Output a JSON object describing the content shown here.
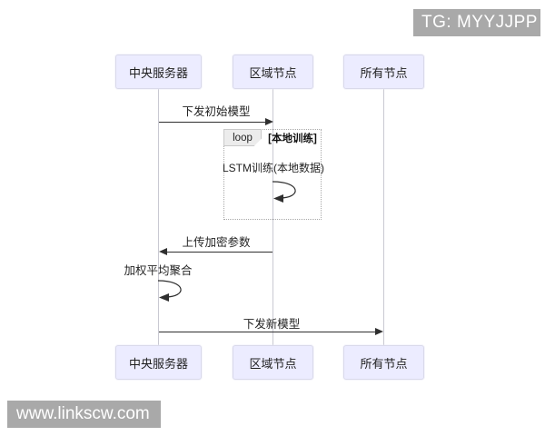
{
  "watermarks": {
    "telegram": "TG: MYYJJPP",
    "website": "www.linkscw.com"
  },
  "diagram": {
    "type": "sequence-diagram",
    "participants": [
      {
        "label": "中央服务器"
      },
      {
        "label": "区域节点"
      },
      {
        "label": "所有节点"
      }
    ],
    "messages": [
      {
        "text": "下发初始模型",
        "from": "中央服务器",
        "to": "区域节点",
        "style": "solid-arrow"
      },
      {
        "text": "LSTM训练(本地数据)",
        "from": "区域节点",
        "to": "区域节点",
        "style": "self-loop"
      },
      {
        "text": "上传加密参数",
        "from": "区域节点",
        "to": "中央服务器",
        "style": "solid-arrow"
      },
      {
        "text": "加权平均聚合",
        "from": "中央服务器",
        "to": "中央服务器",
        "style": "self-loop"
      },
      {
        "text": "下发新模型",
        "from": "中央服务器",
        "to": "所有节点",
        "style": "solid-arrow"
      }
    ],
    "loop": {
      "label": "loop",
      "condition": "[本地训练]"
    }
  },
  "colors": {
    "actor_fill": "#ECECFF",
    "actor_border": "#D9D9EA",
    "lifeline": "#C9C9D2",
    "arrow": "#2F2F2F",
    "loop_border": "#A8A8A8",
    "loop_tab_fill": "#ECECEC",
    "watermark_bg": "#A9A9A9",
    "watermark_text": "#FFFFFF"
  }
}
